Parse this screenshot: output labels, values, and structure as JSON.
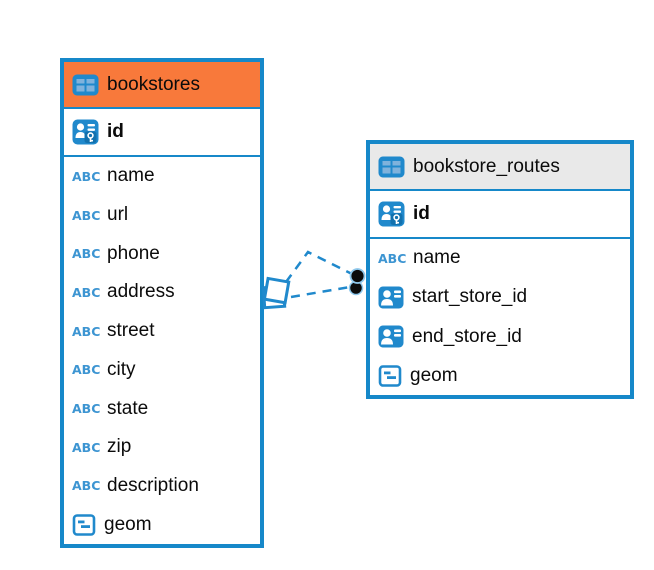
{
  "diagram": {
    "tables": [
      {
        "name": "bookstores",
        "header_color": "#F8793B",
        "header_icon": "table-grid-icon",
        "columns": [
          {
            "name": "id",
            "type_icon": "primary-key",
            "primary": true
          },
          {
            "name": "name",
            "type_icon": "text"
          },
          {
            "name": "url",
            "type_icon": "text"
          },
          {
            "name": "phone",
            "type_icon": "text"
          },
          {
            "name": "address",
            "type_icon": "text"
          },
          {
            "name": "street",
            "type_icon": "text"
          },
          {
            "name": "city",
            "type_icon": "text"
          },
          {
            "name": "state",
            "type_icon": "text"
          },
          {
            "name": "zip",
            "type_icon": "text"
          },
          {
            "name": "description",
            "type_icon": "text"
          },
          {
            "name": "geom",
            "type_icon": "geometry"
          }
        ]
      },
      {
        "name": "bookstore_routes",
        "header_color": "#E9E9E9",
        "header_icon": "table-grid-icon",
        "columns": [
          {
            "name": "id",
            "type_icon": "primary-key",
            "primary": true
          },
          {
            "name": "name",
            "type_icon": "text"
          },
          {
            "name": "start_store_id",
            "type_icon": "reference"
          },
          {
            "name": "end_store_id",
            "type_icon": "reference"
          },
          {
            "name": "geom",
            "type_icon": "geometry"
          }
        ]
      }
    ],
    "relationship": {
      "count": 2,
      "line_style": "dashed",
      "source_marker": "overlapping-squares",
      "target_marker": "black-dot"
    },
    "icons": {
      "text_glyph": "ABC"
    },
    "colors": {
      "border_blue": "#1688C9",
      "icon_blue": "#2089CC",
      "icon_cell_light": "#7FB2DC",
      "abc_blue": "#3D95D2",
      "header_orange": "#F8793B",
      "header_gray": "#E9E9E9",
      "line_blue": "#2089CC",
      "text": "#0b0b0b"
    }
  }
}
